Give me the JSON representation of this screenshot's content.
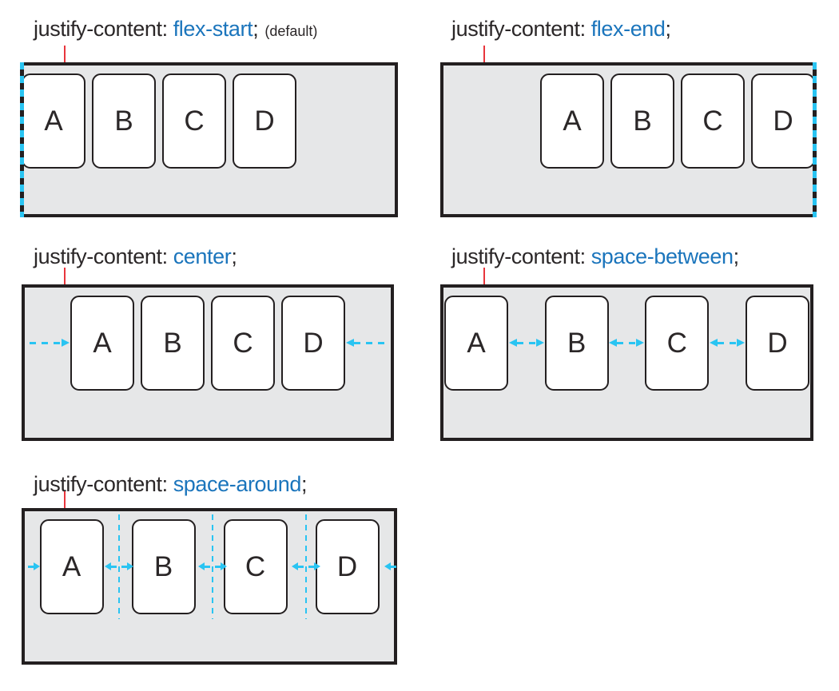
{
  "colors": {
    "dark": "#231f20",
    "text": "#2b2728",
    "blue": "#1b75bc",
    "cyan": "#29c4f2",
    "red": "#e8353c",
    "panel_bg": "#e6e7e8"
  },
  "items": [
    "A",
    "B",
    "C",
    "D"
  ],
  "panels": [
    {
      "name": "flex-start",
      "property": "justify-content:",
      "value": "flex-start",
      "terminator": ";",
      "note": "(default)"
    },
    {
      "name": "flex-end",
      "property": "justify-content:",
      "value": "flex-end",
      "terminator": ";",
      "note": ""
    },
    {
      "name": "center",
      "property": "justify-content:",
      "value": "center",
      "terminator": ";",
      "note": ""
    },
    {
      "name": "space-between",
      "property": "justify-content:",
      "value": "space-between",
      "terminator": ";",
      "note": ""
    },
    {
      "name": "space-around",
      "property": "justify-content:",
      "value": "space-around",
      "terminator": ";",
      "note": ""
    }
  ]
}
